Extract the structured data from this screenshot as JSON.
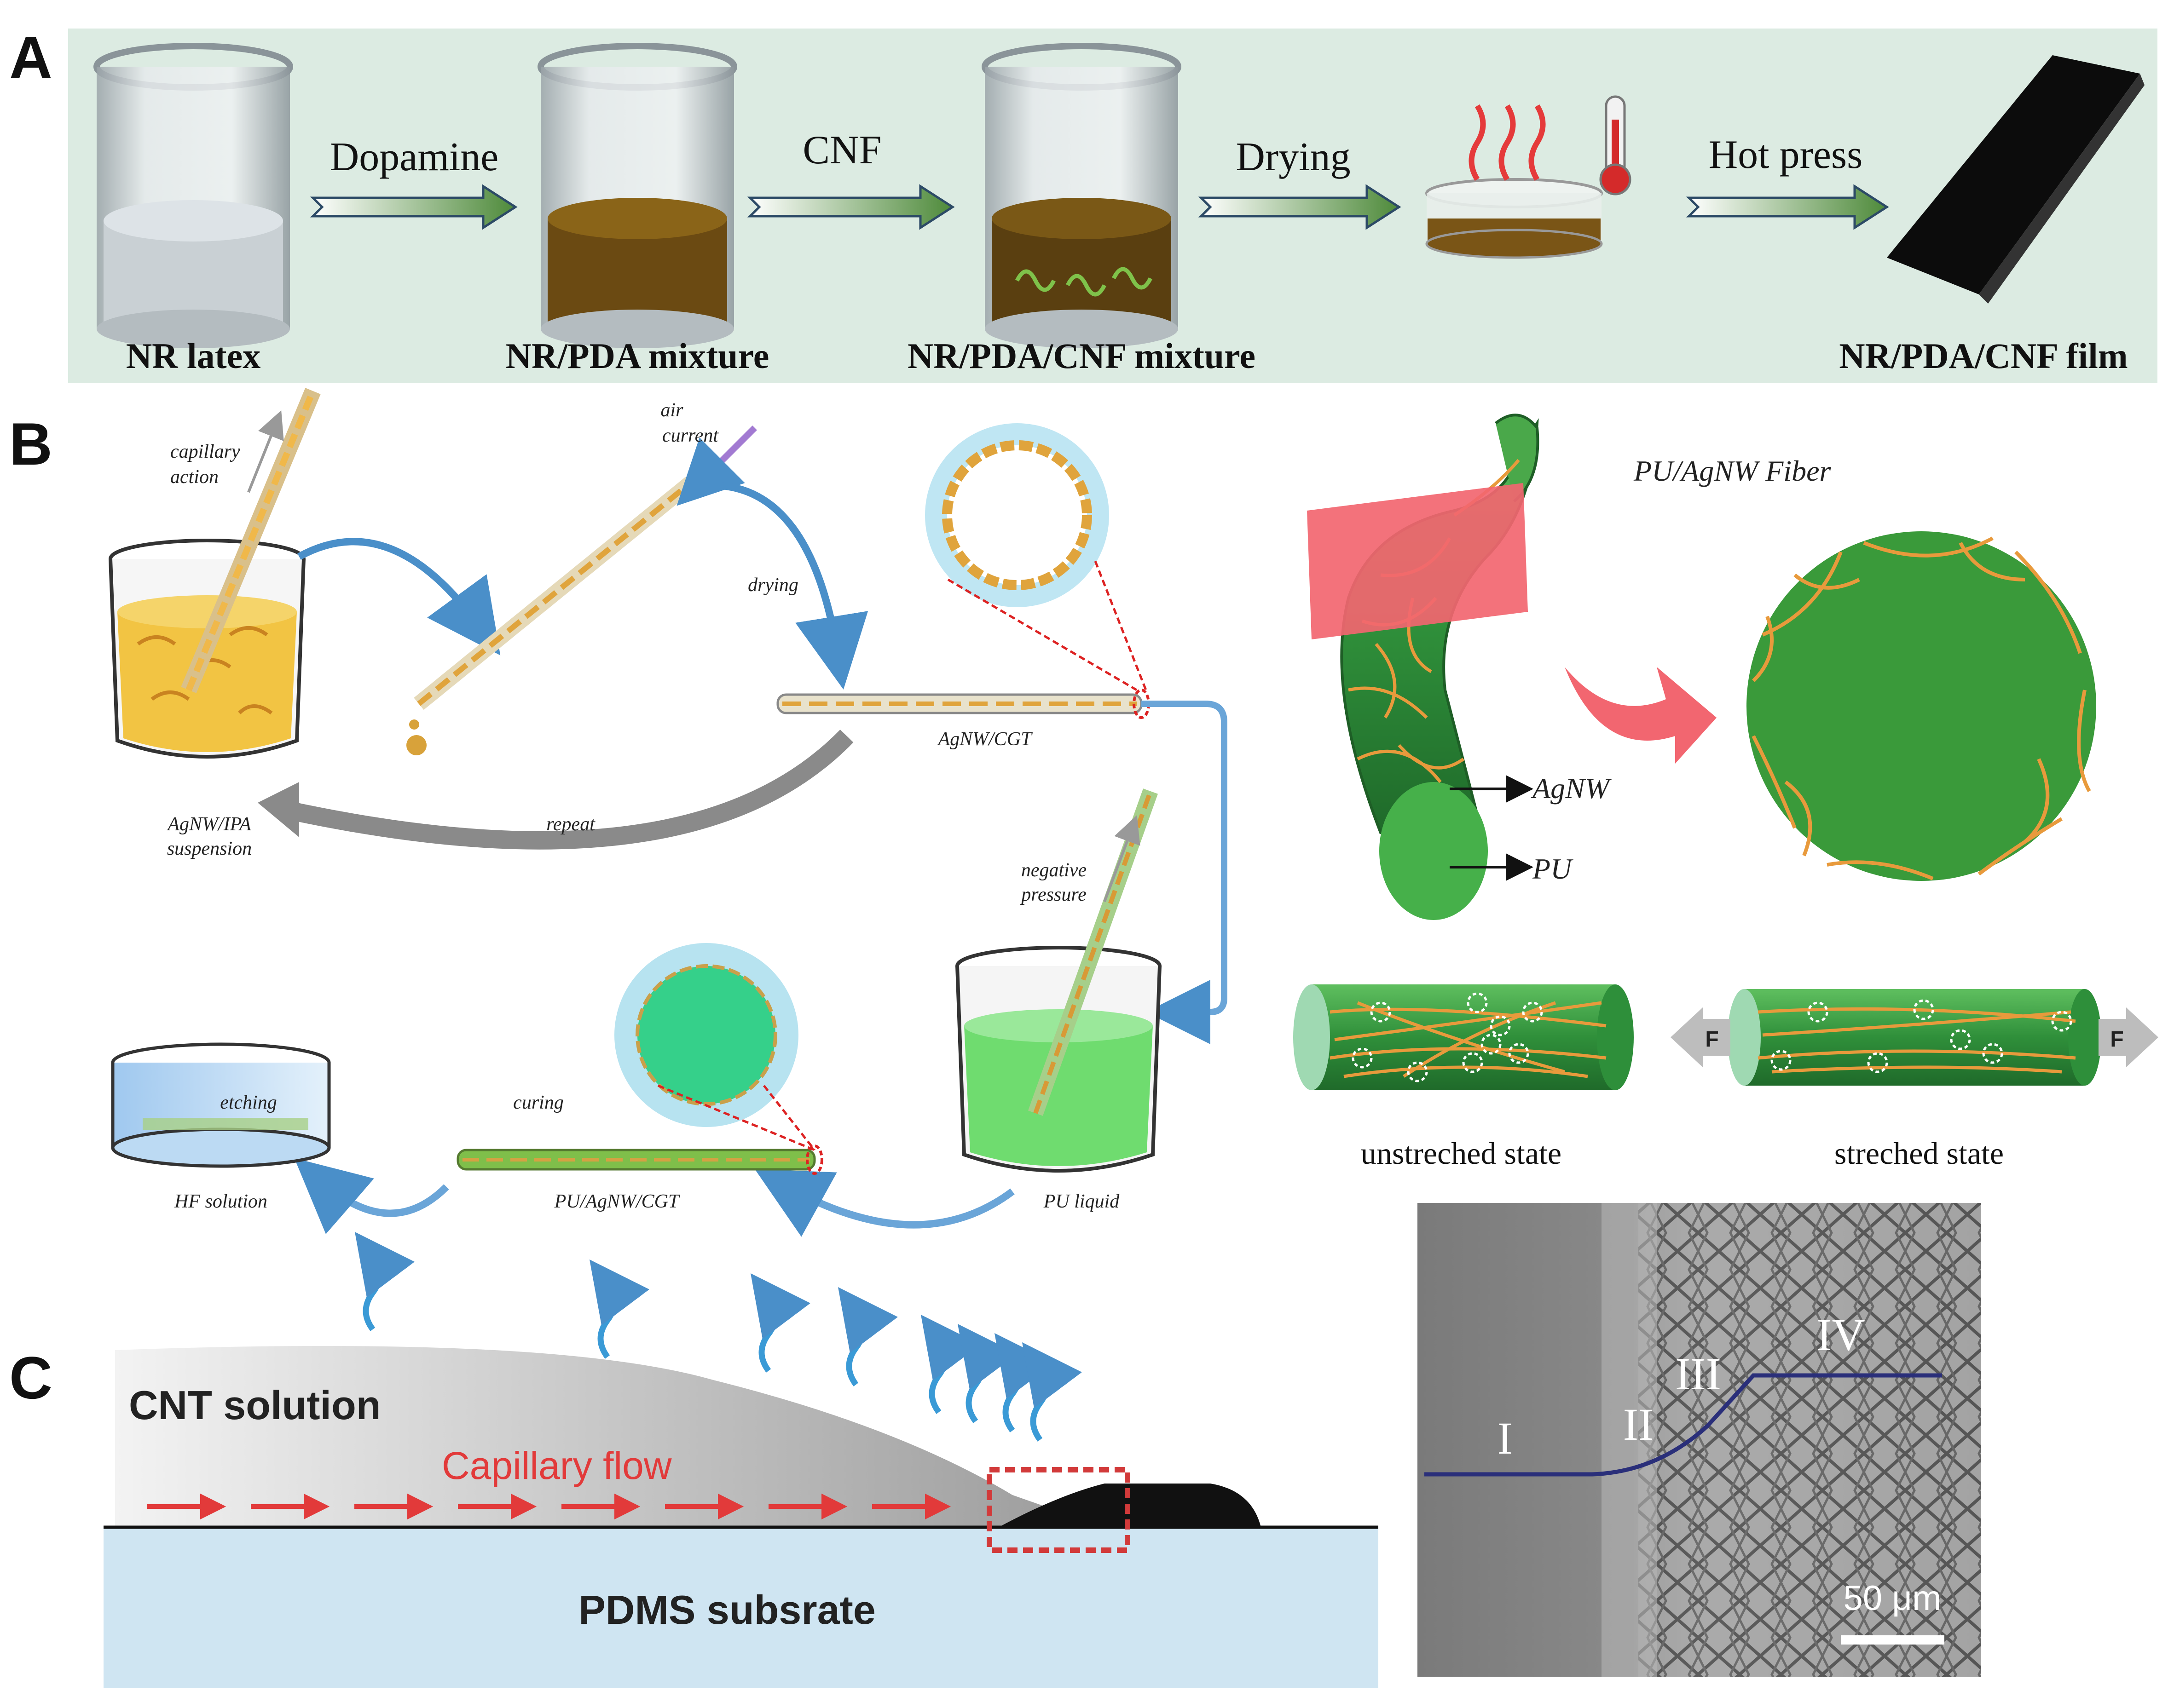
{
  "panels": {
    "a": "A",
    "b": "B",
    "c": "C"
  },
  "panel_a": {
    "labels": {
      "nr_latex": "NR latex",
      "nr_pda_mixture": "NR/PDA mixture",
      "nr_pda_cnf_mixture": "NR/PDA/CNF mixture",
      "nr_pda_cnf_film": "NR/PDA/CNF film"
    },
    "arrows": {
      "dopamine": "Dopamine",
      "cnf": "CNF",
      "drying": "Drying",
      "hot_press": "Hot press"
    }
  },
  "panel_b": {
    "capillary_action_1": "capillary",
    "capillary_action_2": "action",
    "air_current_1": "air",
    "air_current_2": "current",
    "drying": "drying",
    "agnw_ipa_1": "AgNW/IPA",
    "agnw_ipa_2": "suspension",
    "repeat": "repeat",
    "agnw_cgt": "AgNW/CGT",
    "negative_pressure_1": "negative",
    "negative_pressure_2": "pressure",
    "etching": "etching",
    "curing": "curing",
    "hf_solution": "HF solution",
    "pu_agnw_cgt": "PU/AgNW/CGT",
    "pu_liquid": "PU liquid",
    "fiber_title": "PU/AgNW Fiber",
    "agnw": "AgNW",
    "pu": "PU",
    "unstretched": "unstreched state",
    "stretched": "streched state",
    "force_left": "F",
    "force_right": "F"
  },
  "panel_c": {
    "cnt_solution": "CNT solution",
    "capillary_flow": "Capillary flow",
    "pdms_substrate": "PDMS subsrate",
    "region_1": "I",
    "region_2": "II",
    "region_3": "III",
    "region_4": "IV",
    "scale_bar": "50 μm"
  },
  "colors": {
    "panel_a_bg": "#dcebe2",
    "arrow_green": "#4e8a3a",
    "fiber_green": "#3a9a3a",
    "wire_orange": "#e89a3c",
    "pdms_blue": "#cfe5f2",
    "flow_red": "#e23a3a",
    "profile_navy": "#2a2f7a"
  }
}
